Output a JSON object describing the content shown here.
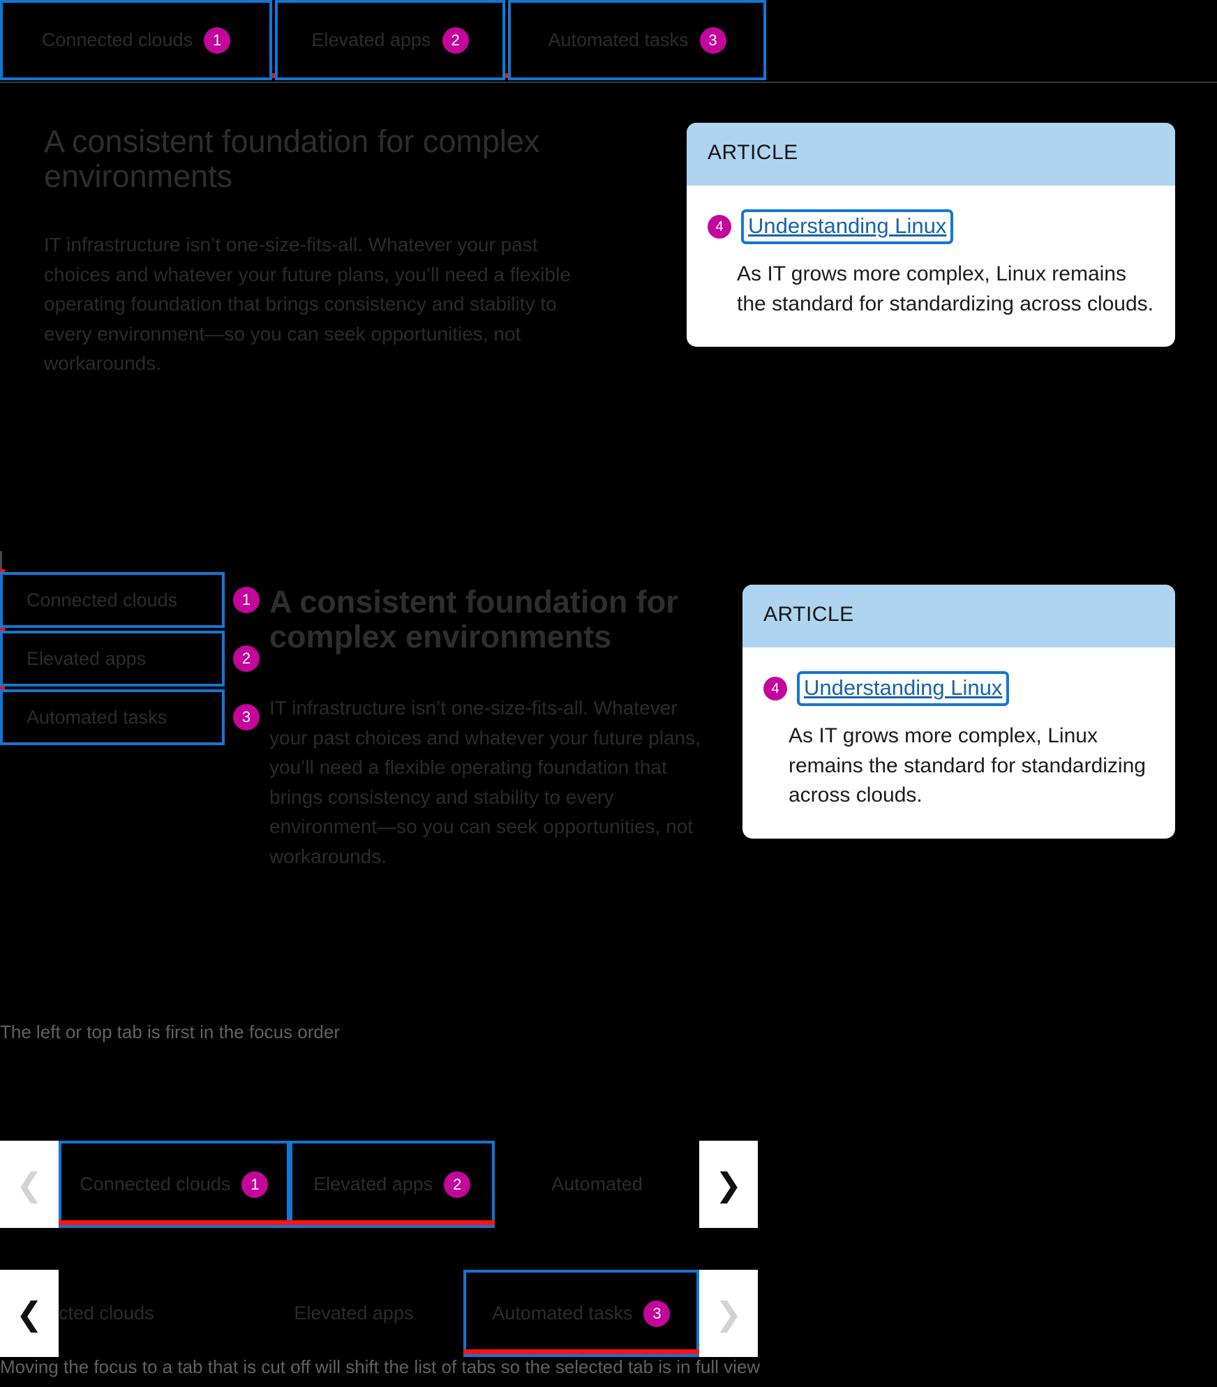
{
  "tabs": [
    {
      "label": "Connected clouds",
      "order": "1"
    },
    {
      "label": "Elevated apps",
      "order": "2"
    },
    {
      "label": "Automated tasks",
      "order": "3"
    }
  ],
  "panel": {
    "heading": "A consistent foundation for complex environments",
    "body": "IT infrastructure isn’t one-size-fits-all. Whatever your past choices and whatever your future plans, you’ll need a flexible operating foundation that brings consistency and stability to every environment—so you can seek opportunities, not workarounds."
  },
  "card": {
    "eyebrow": "ARTICLE",
    "link_label": "Understanding Linux",
    "link_order": "4",
    "description": "As IT grows more complex, Linux remains the standard for standardizing across clouds."
  },
  "scroll_strip_top": {
    "prev_icon": "chevron-left-icon",
    "next_icon": "chevron-right-icon",
    "prev_state": "disabled",
    "next_state": "enabled",
    "tabs": [
      {
        "label": "Connected clouds",
        "order": "1",
        "focused": true
      },
      {
        "label": "Elevated apps",
        "order": "2",
        "focused": true
      },
      {
        "label": "Automated",
        "order": "",
        "focused": false
      }
    ]
  },
  "scroll_strip_bottom": {
    "prev_icon": "chevron-left-icon",
    "next_icon": "chevron-right-icon",
    "prev_state": "enabled",
    "next_state": "disabled",
    "tabs": [
      {
        "label": "cted clouds",
        "order": "",
        "focused": false
      },
      {
        "label": "Elevated apps",
        "order": "",
        "focused": false
      },
      {
        "label": "Automated tasks",
        "order": "3",
        "focused": true
      }
    ]
  },
  "captions": {
    "focus_order": "The left or top tab is first in the focus order",
    "scroll_behavior": "Moving the focus to a tab that is cut off will shift the list of tabs so the selected tab is in full view"
  },
  "colors": {
    "focus_ring": "#1277d4",
    "selected_underline": "#ff1212",
    "badge": "#c4069b",
    "card_header": "#aed4f0",
    "link": "#1763ac"
  }
}
